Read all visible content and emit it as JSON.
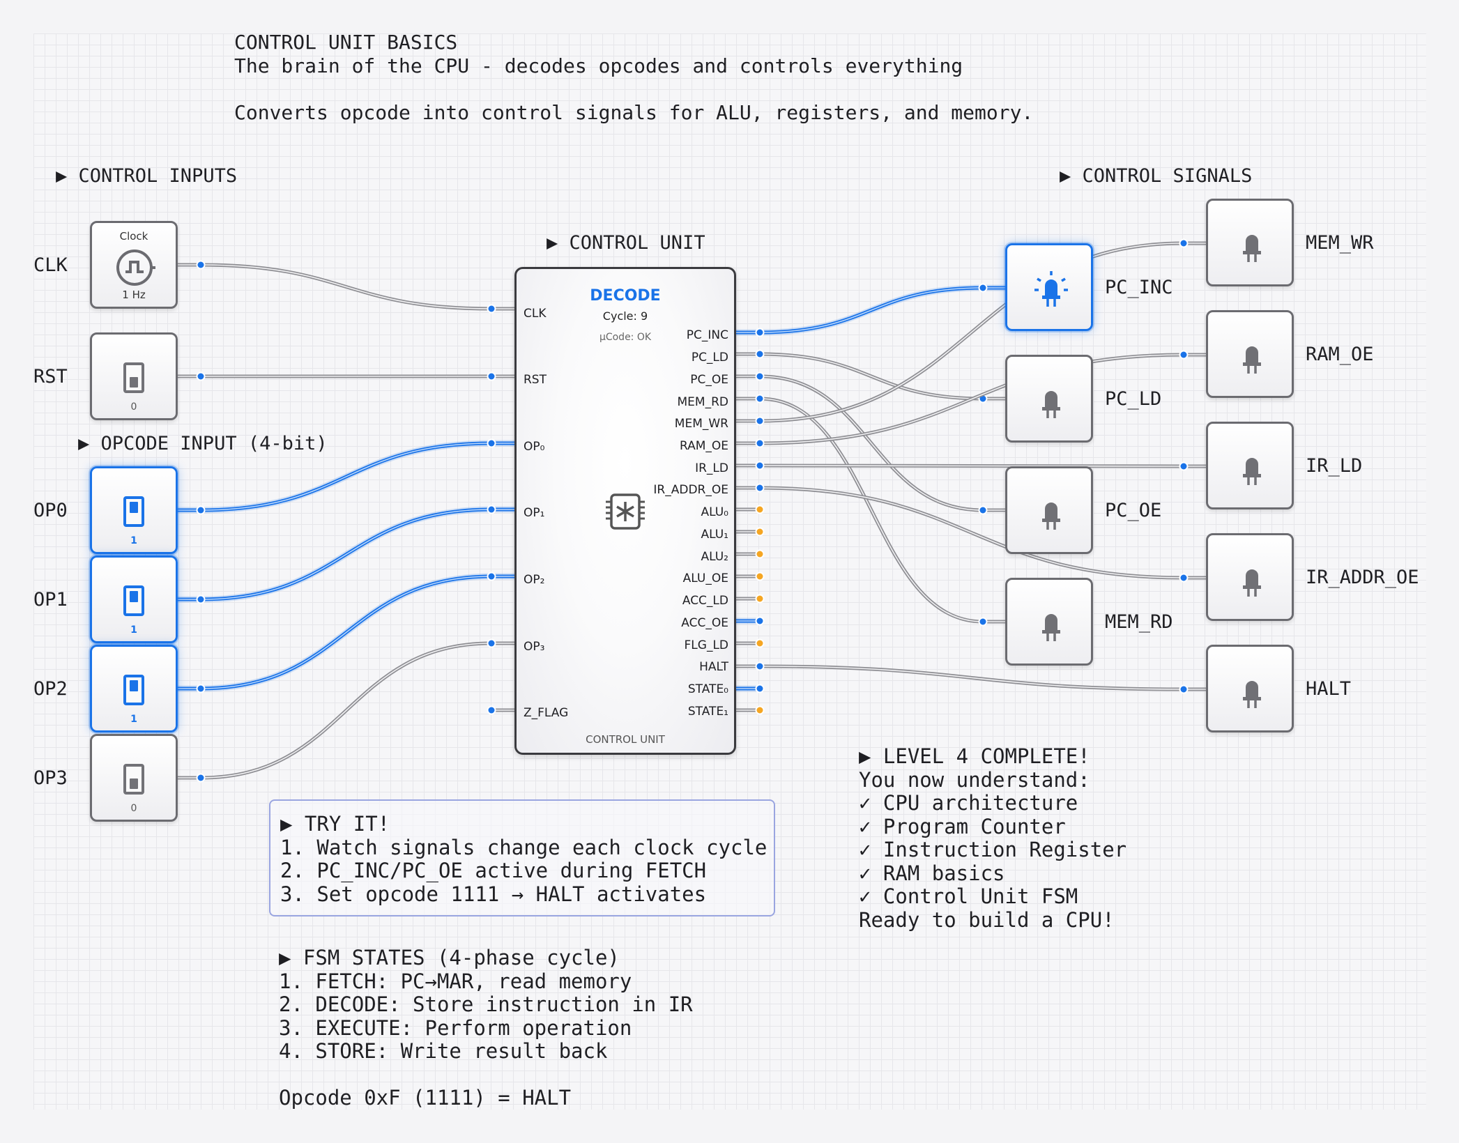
{
  "header": {
    "title": "CONTROL UNIT BASICS",
    "subtitle": "The brain of the CPU - decodes opcodes and controls everything",
    "description": "Converts opcode into control signals for ALU, registers, and memory."
  },
  "sections": {
    "inputs": "▶ CONTROL INPUTS",
    "opcode": "▶ OPCODE INPUT (4-bit)",
    "unit": "▶ CONTROL UNIT",
    "signals": "▶ CONTROL SIGNALS"
  },
  "inputs": {
    "clk": {
      "label": "CLK",
      "title": "Clock",
      "value": "1 Hz"
    },
    "rst": {
      "label": "RST",
      "value": "0",
      "on": false
    },
    "op0": {
      "label": "OP0",
      "value": "1",
      "on": true
    },
    "op1": {
      "label": "OP1",
      "value": "1",
      "on": true
    },
    "op2": {
      "label": "OP2",
      "value": "1",
      "on": true
    },
    "op3": {
      "label": "OP3",
      "value": "0",
      "on": false
    }
  },
  "chip": {
    "title": "DECODE",
    "cycle": "Cycle: 9",
    "ucode": "µCode: OK",
    "footer": "CONTROL UNIT",
    "left_pins": [
      "CLK",
      "RST",
      "OP₀",
      "OP₁",
      "OP₂",
      "OP₃",
      "Z_FLAG"
    ],
    "right_pins": [
      "PC_INC",
      "PC_LD",
      "PC_OE",
      "MEM_RD",
      "MEM_WR",
      "RAM_OE",
      "IR_LD",
      "IR_ADDR_OE",
      "ALU₀",
      "ALU₁",
      "ALU₂",
      "ALU_OE",
      "ACC_LD",
      "ACC_OE",
      "FLG_LD",
      "HALT",
      "STATE₀",
      "STATE₁"
    ]
  },
  "outputs": {
    "pc_inc": {
      "label": "PC_INC",
      "on": true
    },
    "pc_ld": {
      "label": "PC_LD",
      "on": false
    },
    "pc_oe": {
      "label": "PC_OE",
      "on": false
    },
    "mem_rd": {
      "label": "MEM_RD",
      "on": false
    },
    "mem_wr": {
      "label": "MEM_WR",
      "on": false
    },
    "ram_oe": {
      "label": "RAM_OE",
      "on": false
    },
    "ir_ld": {
      "label": "IR_LD",
      "on": false
    },
    "ir_addr_oe": {
      "label": "IR_ADDR_OE",
      "on": false
    },
    "halt": {
      "label": "HALT",
      "on": false
    }
  },
  "notes": {
    "try": "▶ TRY IT!\n1. Watch signals change each clock cycle\n2. PC_INC/PC_OE active during FETCH\n3. Set opcode 1111 → HALT activates",
    "level": "▶ LEVEL 4 COMPLETE!\nYou now understand:\n✓ CPU architecture\n✓ Program Counter\n✓ Instruction Register\n✓ RAM basics\n✓ Control Unit FSM\nReady to build a CPU!",
    "fsm": "▶ FSM STATES (4-phase cycle)\n1. FETCH: PC→MAR, read memory\n2. DECODE: Store instruction in IR\n3. EXECUTE: Perform operation\n4. STORE: Write result back\n\nOpcode 0xF (1111) = HALT"
  },
  "colors": {
    "active": "#1a73e8",
    "wire": "#8e8e93",
    "unconnected_pin": "#f5a623",
    "grid": "#e6e6ea"
  },
  "icons": {
    "clock": "clock-wave-icon",
    "switch": "toggle-switch-icon",
    "led": "led-bulb-icon",
    "chip": "chip-icon"
  }
}
